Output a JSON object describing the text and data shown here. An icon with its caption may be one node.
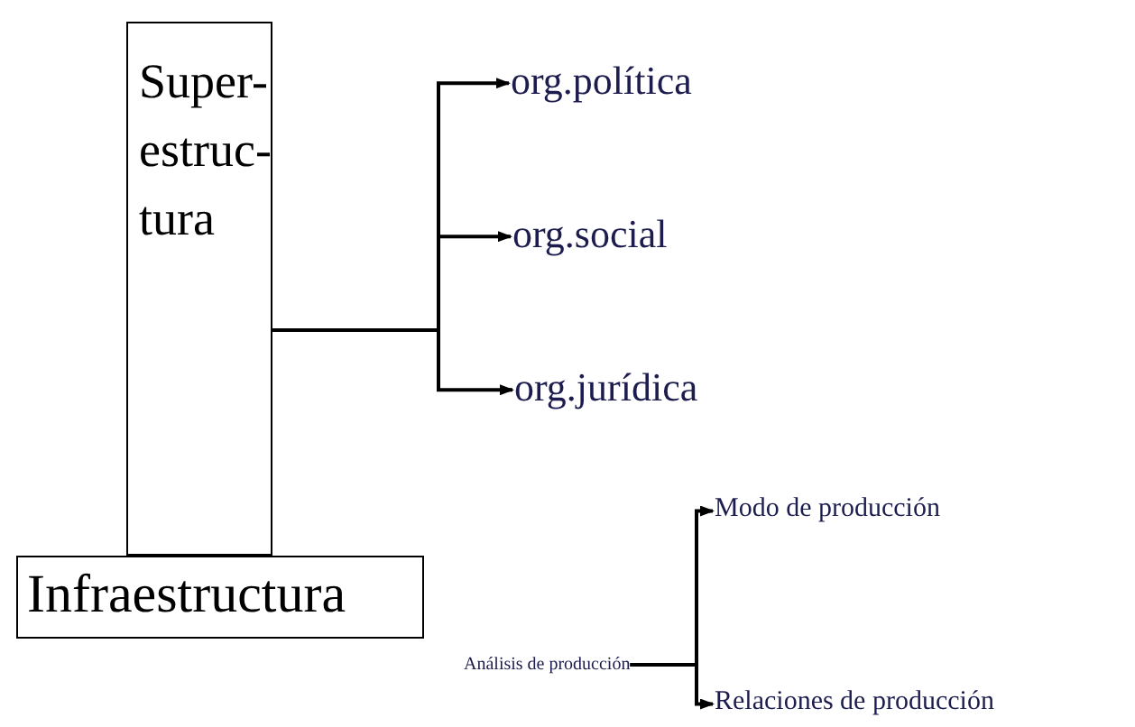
{
  "diagram": {
    "nodes": [
      {
        "text": [
          "Super- estruc- tura"
        ]
      },
      {
        "text": [
          "org.política"
        ]
      },
      {
        "text": [
          "org.social"
        ]
      },
      {
        "text": [
          "org.jurídica"
        ]
      },
      {
        "text": [
          "Infraestructura"
        ]
      },
      {
        "text": [
          "Análisis de producción"
        ]
      },
      {
        "text": [
          "Modo de producción"
        ]
      },
      {
        "text": [
          "Relaciones de producción"
        ]
      }
    ],
    "edges": [
      {
        "from": 0,
        "to": 1,
        "arrow": "to"
      },
      {
        "from": 0,
        "to": 2,
        "arrow": "to"
      },
      {
        "from": 0,
        "to": 3,
        "arrow": "to"
      },
      {
        "from": 5,
        "to": 6,
        "arrow": "to"
      },
      {
        "from": 5,
        "to": 7,
        "arrow": "to"
      }
    ]
  }
}
